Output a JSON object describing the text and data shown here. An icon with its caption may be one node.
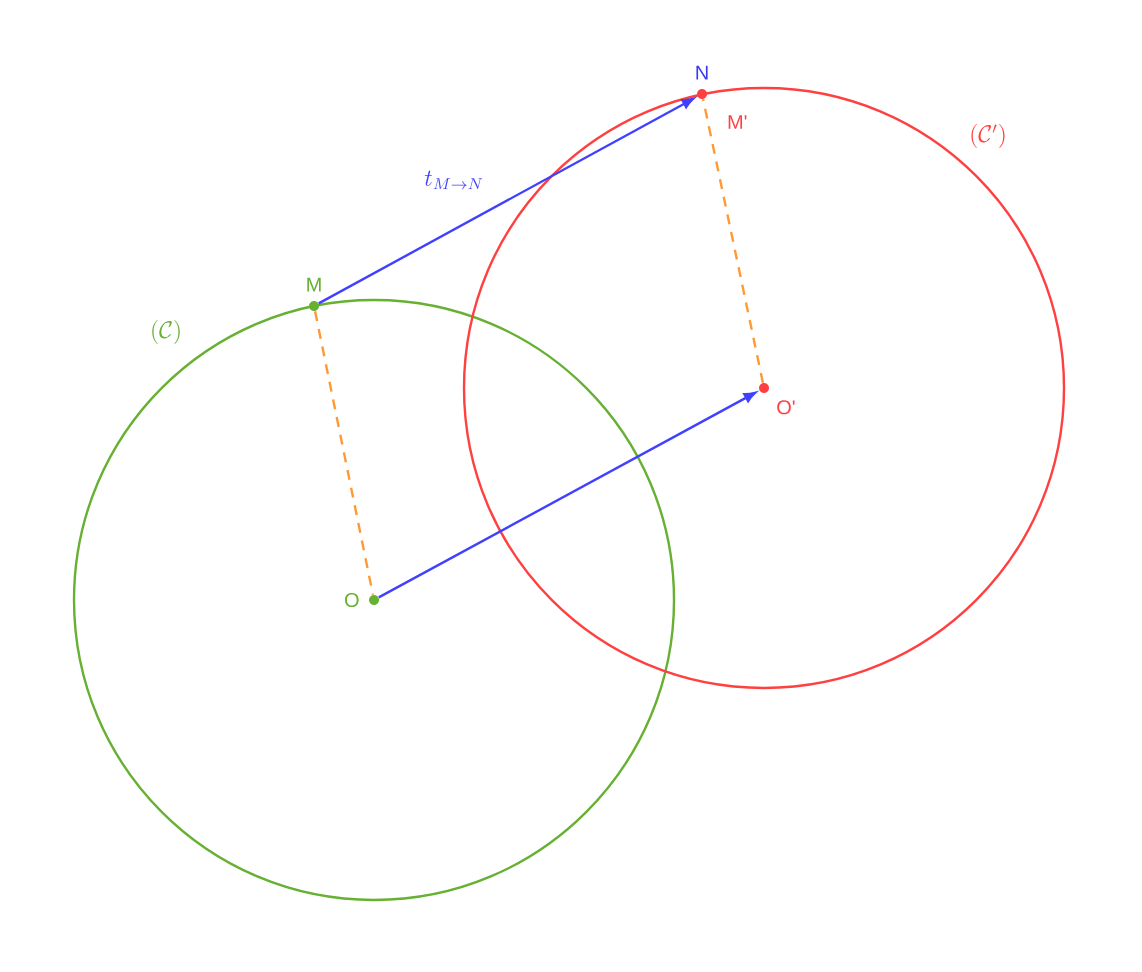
{
  "diagram": {
    "nodes": [
      {
        "text": [
          "(\\mathcal{C})"
        ]
      },
      {
        "text": [
          "(\\mathcal{C}')"
        ]
      },
      {
        "text": [
          "M"
        ]
      },
      {
        "text": [
          "N"
        ],
        "beside": [
          "M'"
        ]
      },
      {
        "text": [
          "O"
        ],
        "in": 0
      },
      {
        "text": [
          "O'"
        ],
        "in": 1
      }
    ],
    "edges": [
      {
        "from": 2,
        "to": 3,
        "arrow": "to",
        "label": "t_{M\\to N}"
      },
      {
        "from": 4,
        "to": 5,
        "arrow": "to"
      },
      {
        "from": 2,
        "to": 4,
        "arrow": "none",
        "style": "dashed",
        "color": "#ff9933"
      },
      {
        "from": 5,
        "to": 3,
        "arrow": "none",
        "style": "dashed",
        "color": "#ff9933"
      }
    ]
  }
}
